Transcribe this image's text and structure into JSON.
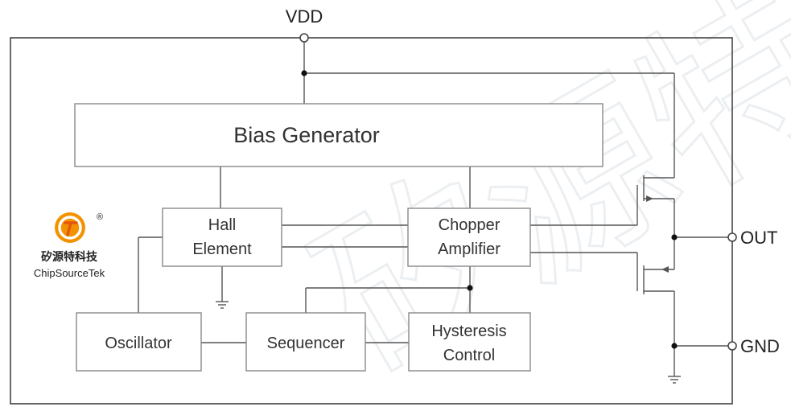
{
  "pins": {
    "vdd": "VDD",
    "out": "OUT",
    "gnd": "GND"
  },
  "blocks": {
    "bias_generator": "Bias Generator",
    "hall_line1": "Hall",
    "hall_line2": "Element",
    "chopper_line1": "Chopper",
    "chopper_line2": "Amplifier",
    "oscillator": "Oscillator",
    "sequencer": "Sequencer",
    "hysteresis_line1": "Hysteresis",
    "hysteresis_line2": "Control"
  },
  "logo": {
    "registered_mark": "®",
    "chinese_name": "矽源特科技",
    "english_name": "ChipSourceTek"
  },
  "watermark": {
    "text": "矽源特科技 ChipSourceTek"
  },
  "colors": {
    "line": "#555555",
    "block_border": "#888888",
    "logo_orange": "#f39200",
    "logo_dark": "#e4570e"
  }
}
